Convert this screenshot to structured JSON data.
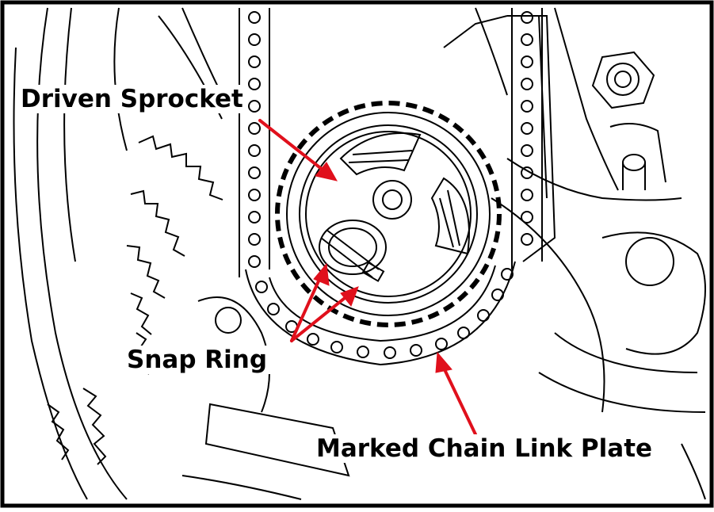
{
  "labels": {
    "driven_sprocket": "Driven Sprocket",
    "snap_ring": "Snap Ring",
    "marked_chain_link_plate": "Marked Chain Link Plate"
  },
  "colors": {
    "line_art": "#000000",
    "background": "#ffffff",
    "arrow": "#e0101c"
  }
}
